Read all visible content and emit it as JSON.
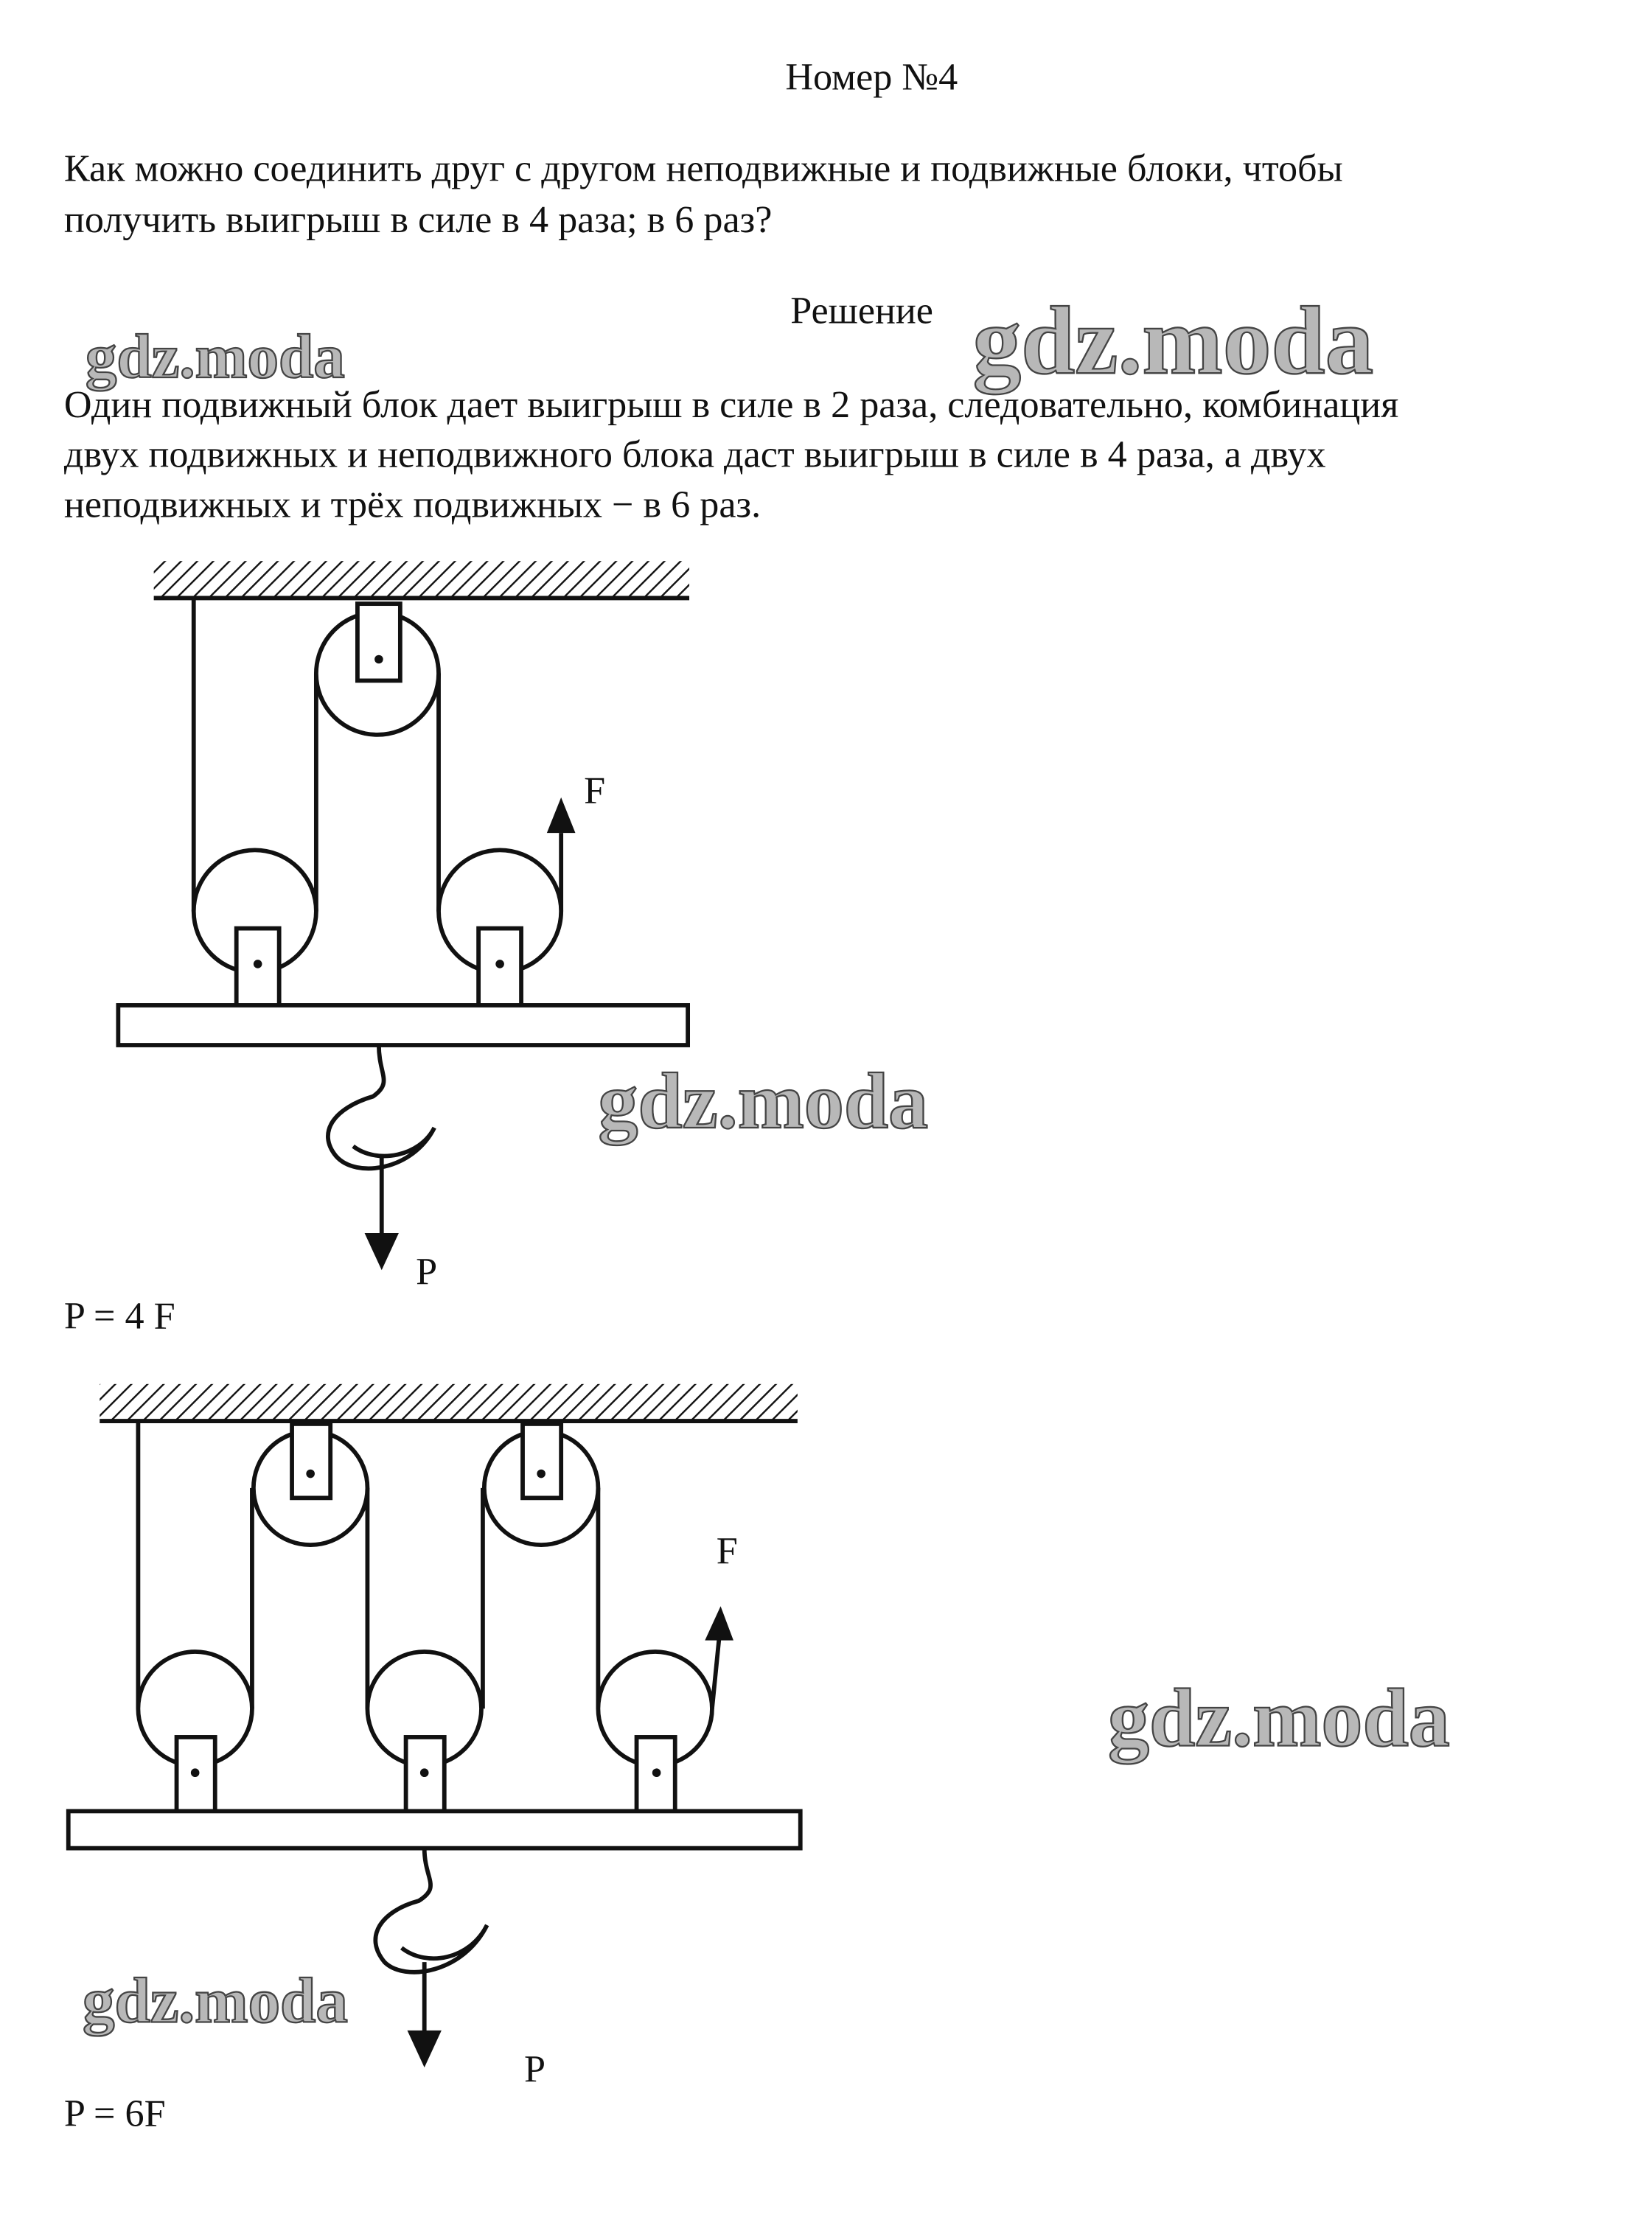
{
  "title": "Номер №4",
  "question": [
    "Как можно соединить друг с другом неподвижные и подвижные блоки, чтобы",
    "получить выигрыш в силе в 4 раза; в 6 раз?"
  ],
  "solution_heading": "Решение",
  "answer": [
    "Один подвижный блок дает выигрыш в силе в 2 раза, следовательно, комбинация",
    "двух подвижных и неподвижного блока даст выигрыш в силе в 4 раза, а двух",
    "неподвижных и трёх подвижных − в 6 раз."
  ],
  "figure1": {
    "force_label": "F",
    "weight_label": "P",
    "caption": "P = 4 F"
  },
  "figure2": {
    "force_label": "F",
    "weight_label": "P",
    "caption": "P = 6F"
  },
  "watermark": "gdz.moda"
}
